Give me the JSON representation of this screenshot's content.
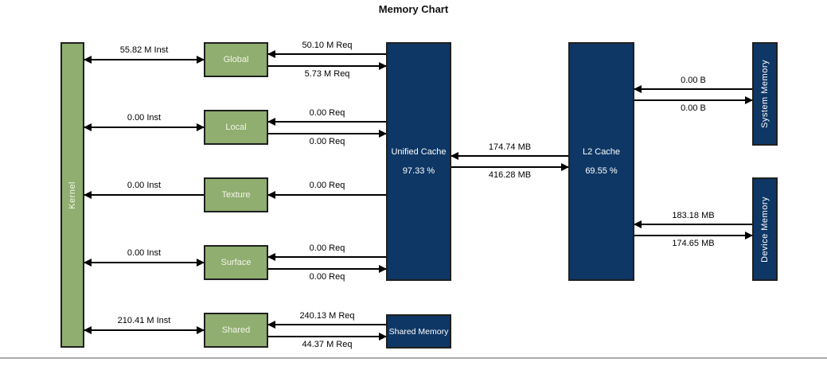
{
  "title": "Memory Chart",
  "colors": {
    "node_green": "#8FAE6F",
    "node_navy": "#0E3765",
    "arrow": "#000000",
    "divider_gray": "#ABABAB"
  },
  "nodes": {
    "kernel": {
      "label": "Kernel"
    },
    "global": {
      "label": "Global"
    },
    "local": {
      "label": "Local"
    },
    "texture": {
      "label": "Texture"
    },
    "surface": {
      "label": "Surface"
    },
    "shared": {
      "label": "Shared"
    },
    "unified_cache": {
      "label": "Unified Cache",
      "hit_rate": "97.33 %"
    },
    "shared_memory": {
      "label": "Shared Memory"
    },
    "l2_cache": {
      "label": "L2 Cache",
      "hit_rate": "69.55 %"
    },
    "system_memory": {
      "label": "System Memory"
    },
    "device_memory": {
      "label": "Device Memory"
    }
  },
  "flows": {
    "kernel_global_inst": "55.82 M Inst",
    "kernel_local_inst": "0.00 Inst",
    "texture_to_kernel_inst": "0.00 Inst",
    "kernel_surface_inst": "0.00 Inst",
    "kernel_shared_inst": "210.41 M Inst",
    "unified_to_global_req": "50.10 M Req",
    "global_to_unified_req": "5.73 M Req",
    "unified_to_local_req": "0.00 Req",
    "local_to_unified_req": "0.00 Req",
    "unified_to_texture_req": "0.00 Req",
    "unified_to_surface_req": "0.00 Req",
    "surface_to_unified_req": "0.00 Req",
    "sharedmem_to_shared_req": "240.13 M Req",
    "shared_to_sharedmem_req": "44.37 M Req",
    "l2_to_unified_bytes": "174.74 MB",
    "unified_to_l2_bytes": "416.28 MB",
    "sysmem_to_l2_bytes": "0.00 B",
    "l2_to_sysmem_bytes": "0.00 B",
    "devmem_to_l2_bytes": "183.18 MB",
    "l2_to_devmem_bytes": "174.65 MB"
  }
}
